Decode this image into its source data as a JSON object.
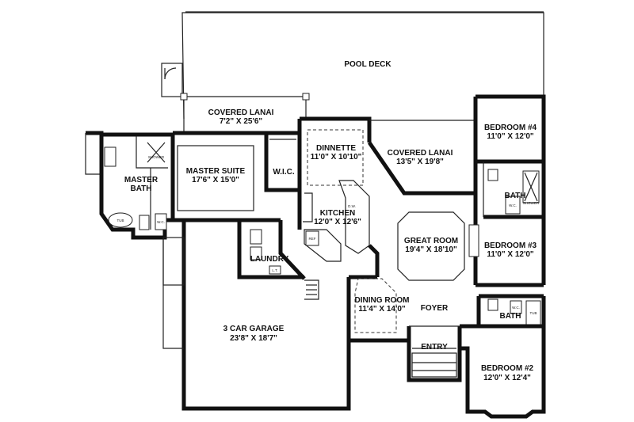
{
  "rooms": {
    "pool_deck": {
      "name": "POOL DECK"
    },
    "covered_lanai_master": {
      "name": "COVERED LANAI",
      "dims": "7'2\" X 25'6\""
    },
    "master_bath": {
      "name": "MASTER",
      "name2": "BATH"
    },
    "master_suite": {
      "name": "MASTER SUITE",
      "dims": "17'6\" X 15'0\""
    },
    "wic": {
      "name": "W.I.C."
    },
    "dinnette": {
      "name": "DINNETTE",
      "dims": "11'0\" X 10'10\""
    },
    "covered_lanai": {
      "name": "COVERED LANAI",
      "dims": "13'5\" X 19'8\""
    },
    "bedroom4": {
      "name": "BEDROOM #4",
      "dims": "11'0\" X 12'0\""
    },
    "bath_upper": {
      "name": "BATH"
    },
    "kitchen": {
      "name": "KITCHEN",
      "dims": "12'0\" X 12'6\""
    },
    "great_room": {
      "name": "GREAT ROOM",
      "dims": "19'4\" X 18'10\""
    },
    "bedroom3": {
      "name": "BEDROOM #3",
      "dims": "11'0\" X 12'0\""
    },
    "laundry": {
      "name": "LAUNDRY"
    },
    "dining_room": {
      "name": "DINING ROOM",
      "dims": "11'4\" X 14'0\""
    },
    "foyer": {
      "name": "FOYER"
    },
    "bath_lower": {
      "name": "BATH"
    },
    "garage": {
      "name": "3 CAR GARAGE",
      "dims": "23'8\" X 18'7\""
    },
    "entry": {
      "name": "ENTRY"
    },
    "bedroom2": {
      "name": "BEDROOM #2",
      "dims": "12'0\" X 12'4\""
    }
  },
  "fixtures": {
    "shower": "SHOWER",
    "wc": "W.C.",
    "tub": "TUB",
    "ref": "REF",
    "dw": "D.W.",
    "lt": "L.T."
  }
}
